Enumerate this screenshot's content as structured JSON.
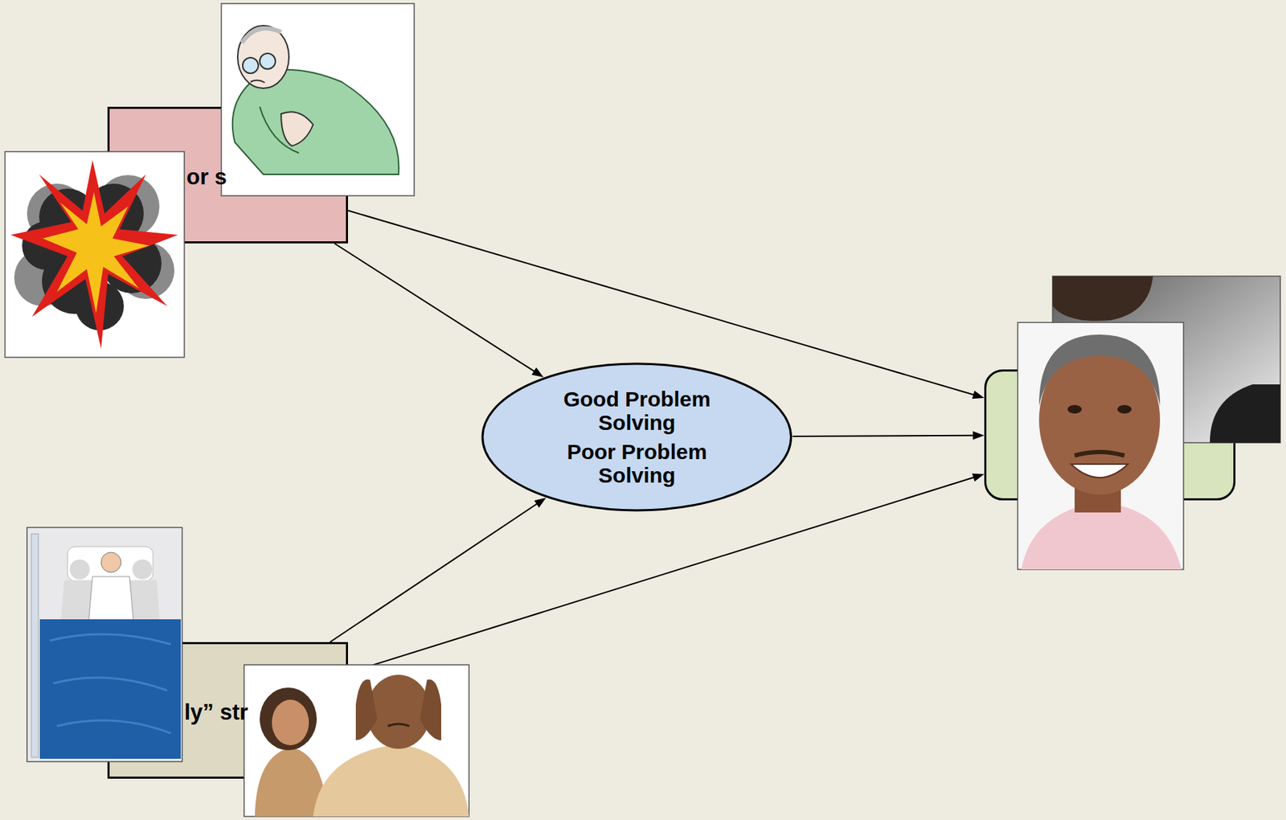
{
  "diagram": {
    "nodes": [
      {
        "text": [
          "or s"
        ]
      },
      {
        "text": [
          "Good Problem Solving",
          "Poor Problem Solving"
        ]
      },
      {
        "text": [
          "ly” str"
        ]
      },
      {
        "text": []
      }
    ],
    "edges": [
      {
        "from": 0,
        "to": 1,
        "arrow": "to"
      },
      {
        "from": 0,
        "to": 3,
        "arrow": "to"
      },
      {
        "from": 1,
        "to": 3,
        "arrow": "to"
      },
      {
        "from": 2,
        "to": 1,
        "arrow": "to"
      },
      {
        "from": 2,
        "to": 3,
        "arrow": "to"
      }
    ]
  }
}
